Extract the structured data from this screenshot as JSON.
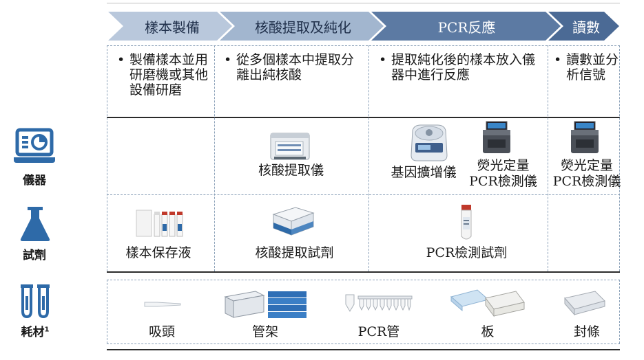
{
  "stages": [
    {
      "label": "樣本製備"
    },
    {
      "label": "核酸提取及純化"
    },
    {
      "label": "PCR反應"
    },
    {
      "label": "讀數"
    }
  ],
  "descriptions": [
    {
      "bullet": "•",
      "text": "製備樣本並用研磨機或其他設備研磨"
    },
    {
      "bullet": "•",
      "text": "從多個樣本中提取分離出純核酸"
    },
    {
      "bullet": "•",
      "text": "提取純化後的樣本放入儀器中進行反應"
    },
    {
      "bullet": "•",
      "text": "讀數並分析信號"
    }
  ],
  "rows": {
    "instruments": {
      "label": "儀器",
      "icon": "laptop-chart-icon",
      "items": [
        {
          "label": "核酸提取儀",
          "icon": "nucleic-acid-extractor-icon"
        },
        {
          "label": "基因擴增儀",
          "icon": "thermal-cycler-icon"
        },
        {
          "label_line1": "熒光定量",
          "label_line2": "PCR檢測儀",
          "icon": "qpcr-instrument-icon"
        },
        {
          "label_line1": "熒光定量",
          "label_line2": "PCR檢測儀",
          "icon": "qpcr-instrument-icon"
        }
      ]
    },
    "reagents": {
      "label": "試劑",
      "icon": "flask-icon",
      "items": [
        {
          "label": "樣本保存液",
          "icon": "sample-tubes-icon"
        },
        {
          "label": "核酸提取試劑",
          "icon": "reagent-kit-icon"
        },
        {
          "label": "PCR檢測試劑",
          "icon": "reagent-tube-icon"
        }
      ]
    },
    "consumables": {
      "label": "耗材",
      "label_sup": "1",
      "icon": "test-tubes-icon",
      "items": [
        {
          "label": "吸頭",
          "icon": "pipette-tip-icon"
        },
        {
          "label": "管架",
          "icon": "tube-rack-icon"
        },
        {
          "label": "PCR管",
          "icon": "pcr-tube-strip-icon"
        },
        {
          "label": "板",
          "icon": "well-plate-icon"
        },
        {
          "label": "封條",
          "icon": "sealing-film-icon"
        }
      ]
    }
  },
  "colors": {
    "arrow1": "#b9c8dc",
    "arrow2": "#a2b6cf",
    "arrow3": "#5c7aa3",
    "arrow4": "#4b6a95",
    "icon": "#2e6aa8",
    "dash": "#8aa0b8"
  }
}
